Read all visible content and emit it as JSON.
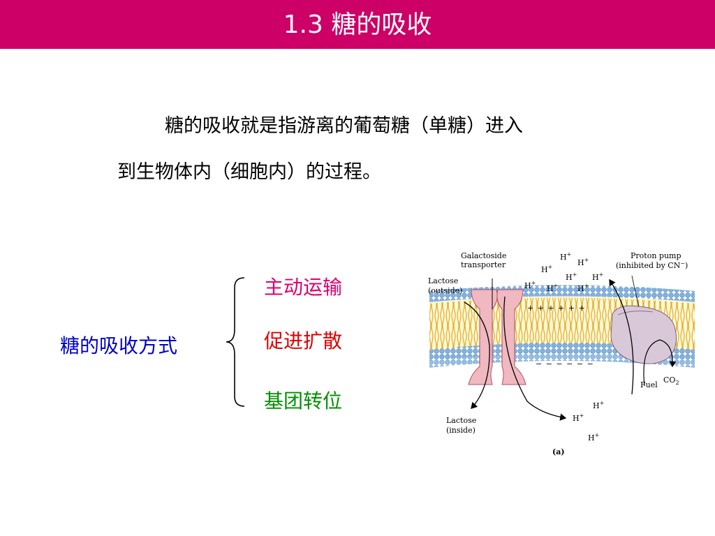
{
  "slide": {
    "title": "1.3  糖的吸收",
    "colors": {
      "title_bar": "#cc0066",
      "title_text": "#ffffff"
    }
  },
  "definition": {
    "line1": "糖的吸收就是指游离的葡萄糖（单糖）进入",
    "line2": "到生物体内（细胞内）的过程。"
  },
  "methods": {
    "label": "糖的吸收方式",
    "label_color": "#0000cc",
    "items": [
      {
        "text": "主动运输",
        "color": "#e0006e"
      },
      {
        "text": "促进扩散",
        "color": "#e00000"
      },
      {
        "text": "基团转位",
        "color": "#009000"
      }
    ]
  },
  "figure": {
    "galactoside": "Galactoside",
    "transporter": "transporter",
    "lactose": "Lactose",
    "outside": "(outside)",
    "inside": "(inside)",
    "proton_pump": "Proton pump",
    "inhibited": "(inhibited by CN",
    "inhibited_sup": "−",
    "inhibited_close": ")",
    "h": "H",
    "plus": "+",
    "fuel": "Fuel",
    "co": "CO",
    "co_sub": "2",
    "plus_row": "+ + + + + +",
    "minus_row": "− − − − − −",
    "panel": "(a)"
  }
}
